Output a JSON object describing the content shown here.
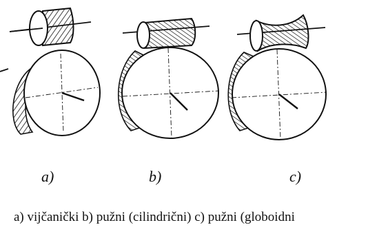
{
  "figure": {
    "panels": [
      {
        "label": "a)",
        "type": "vijčanički"
      },
      {
        "label": "b)",
        "type": "pužni (cilindrični)"
      },
      {
        "label": "c)",
        "type": "pužni (globoidni"
      }
    ],
    "caption": "a) vijčanički b) pužni (cilindrični) c) pužni (globoidni"
  },
  "colors": {
    "ink": "#111111",
    "background": "#ffffff"
  }
}
